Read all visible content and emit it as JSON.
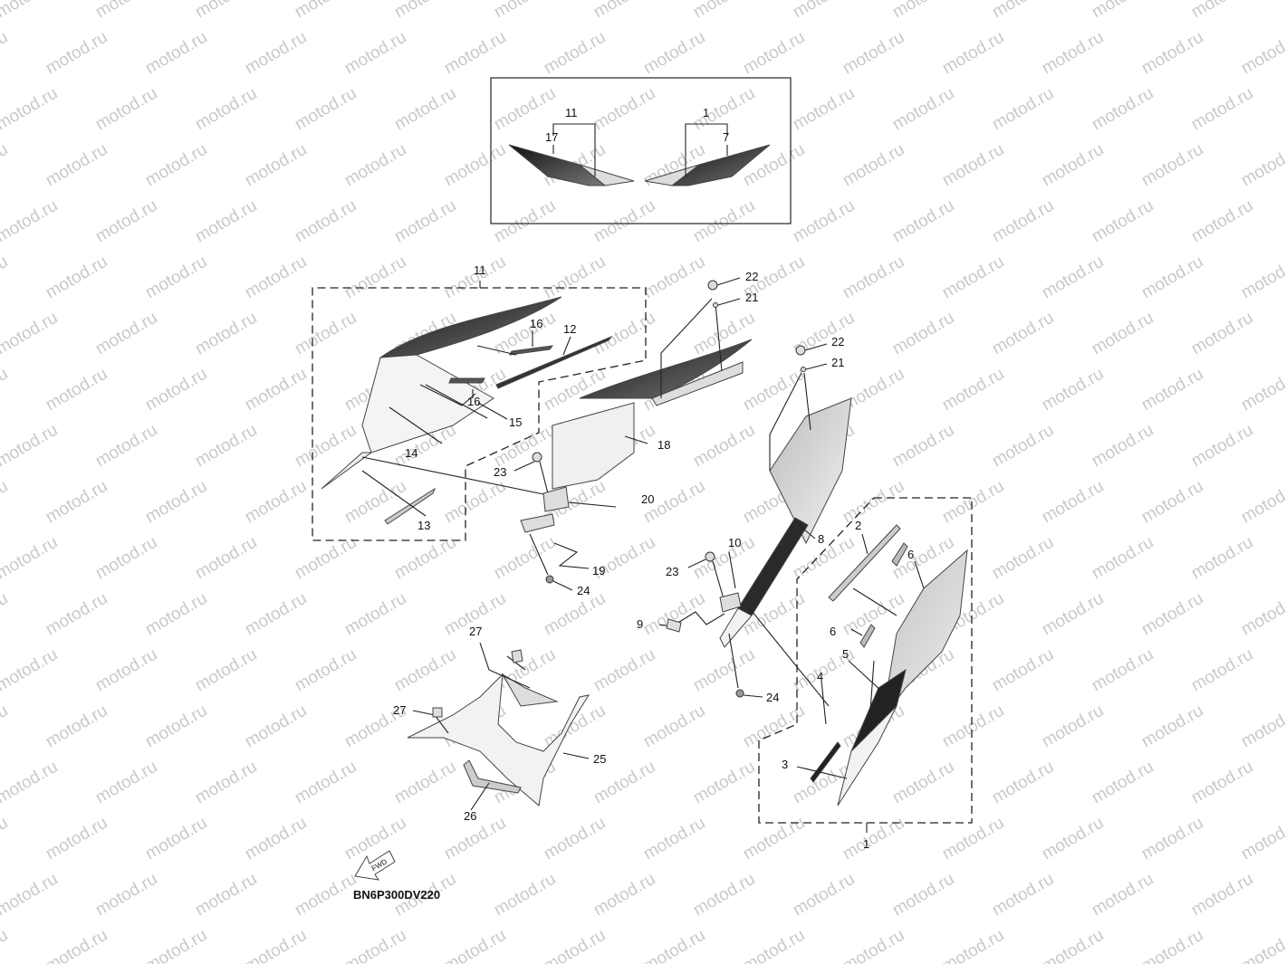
{
  "watermark": "motod.ru",
  "diagram_code": "BN6P300DV220",
  "fwd_label": "FWD",
  "callouts": {
    "inset_11": "11",
    "inset_17": "17",
    "inset_1": "1",
    "inset_7": "7",
    "c11": "11",
    "c16a": "16",
    "c12": "12",
    "c16b": "16",
    "c15": "15",
    "c14": "14",
    "c13": "13",
    "c18": "18",
    "c23a": "23",
    "c20": "20",
    "c19": "19",
    "c24a": "24",
    "c22a": "22",
    "c21a": "21",
    "c22b": "22",
    "c21b": "21",
    "c8": "8",
    "c10": "10",
    "c23b": "23",
    "c9": "9",
    "c24b": "24",
    "c2": "2",
    "c6a": "6",
    "c6b": "6",
    "c5": "5",
    "c4": "4",
    "c3": "3",
    "c1": "1",
    "c27a": "27",
    "c27b": "27",
    "c25": "25",
    "c26": "26"
  },
  "colors": {
    "ink": "#222222",
    "watermark": "#c9c9c9",
    "panel_dark": "#2a2a2a",
    "panel_light": "#e6e6e6"
  }
}
